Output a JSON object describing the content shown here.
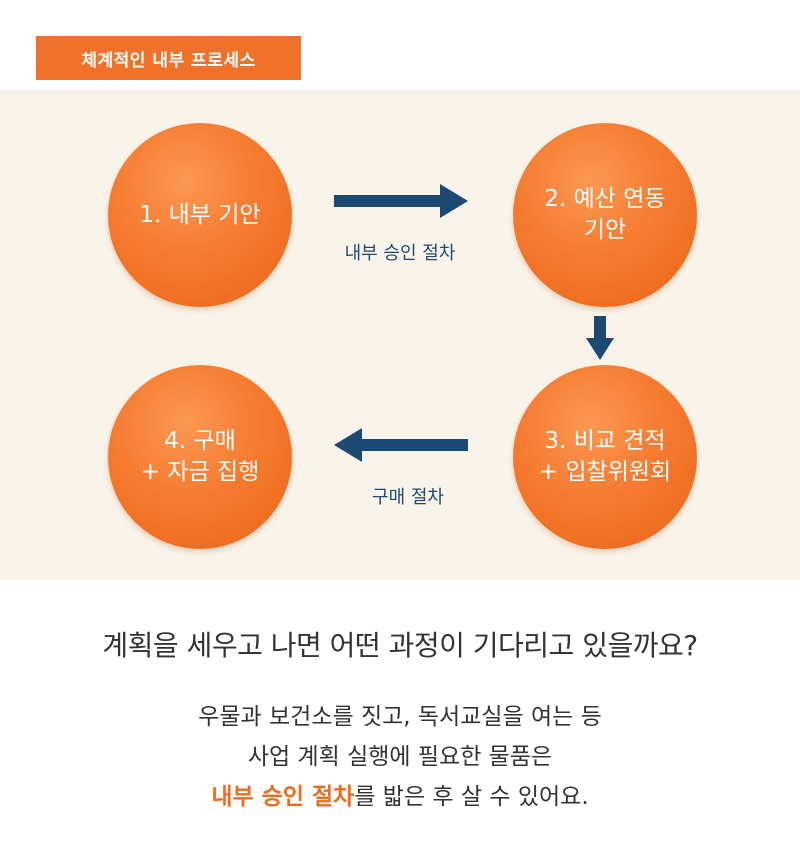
{
  "header": {
    "tag_label": "체계적인 내부 프로세스"
  },
  "diagram": {
    "steps": [
      {
        "label": "1. 내부 기안"
      },
      {
        "label": "2. 예산 연동\n기안"
      },
      {
        "label": "3. 비교 견적\n+ 입찰위원회"
      },
      {
        "label": "4. 구매\n+ 자금 집행"
      }
    ],
    "connectors": [
      {
        "label": "내부 승인 절차"
      },
      {
        "label": "구매 절차"
      }
    ]
  },
  "body": {
    "question": "계획을 세우고 나면 어떤 과정이 기다리고 있을까요?",
    "line1": "우물과 보건소를 짓고, 독서교실을 여는 등",
    "line2": "사업 계획 실행에 필요한 물품은",
    "line3_highlight": "내부 승인 절차",
    "line3_rest": "를 밟은 후 살 수 있어요."
  },
  "colors": {
    "accent_orange": "#f0712a",
    "arrow_navy": "#1d4a74",
    "panel_bg": "#f9f4ea"
  }
}
